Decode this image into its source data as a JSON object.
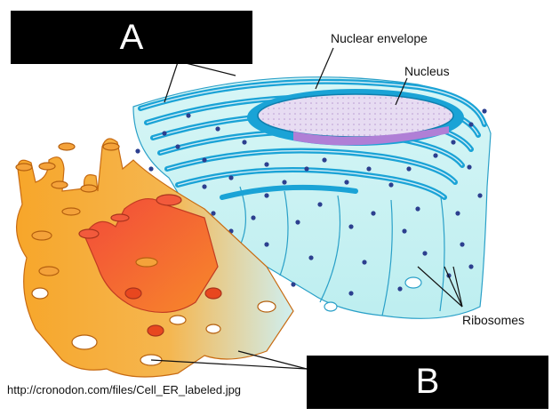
{
  "labels": {
    "box_a": "A",
    "box_b": "B",
    "nuclear_envelope": "Nuclear envelope",
    "nucleus": "Nucleus",
    "ribosomes": "Ribosomes",
    "source": "http://cronodon.com/files/Cell_ER_labeled.jpg"
  },
  "colors": {
    "rough_er_fill": "#c8f2f2",
    "er_membrane": "#1aa3d6",
    "ribosome": "#2c3f8f",
    "nucleus_fill": "#e6d9f0",
    "nucleolus_purple": "#b07fd6",
    "smooth_er_orange": "#f5a623",
    "smooth_er_red": "#f0503c",
    "label_box": "#000000"
  }
}
